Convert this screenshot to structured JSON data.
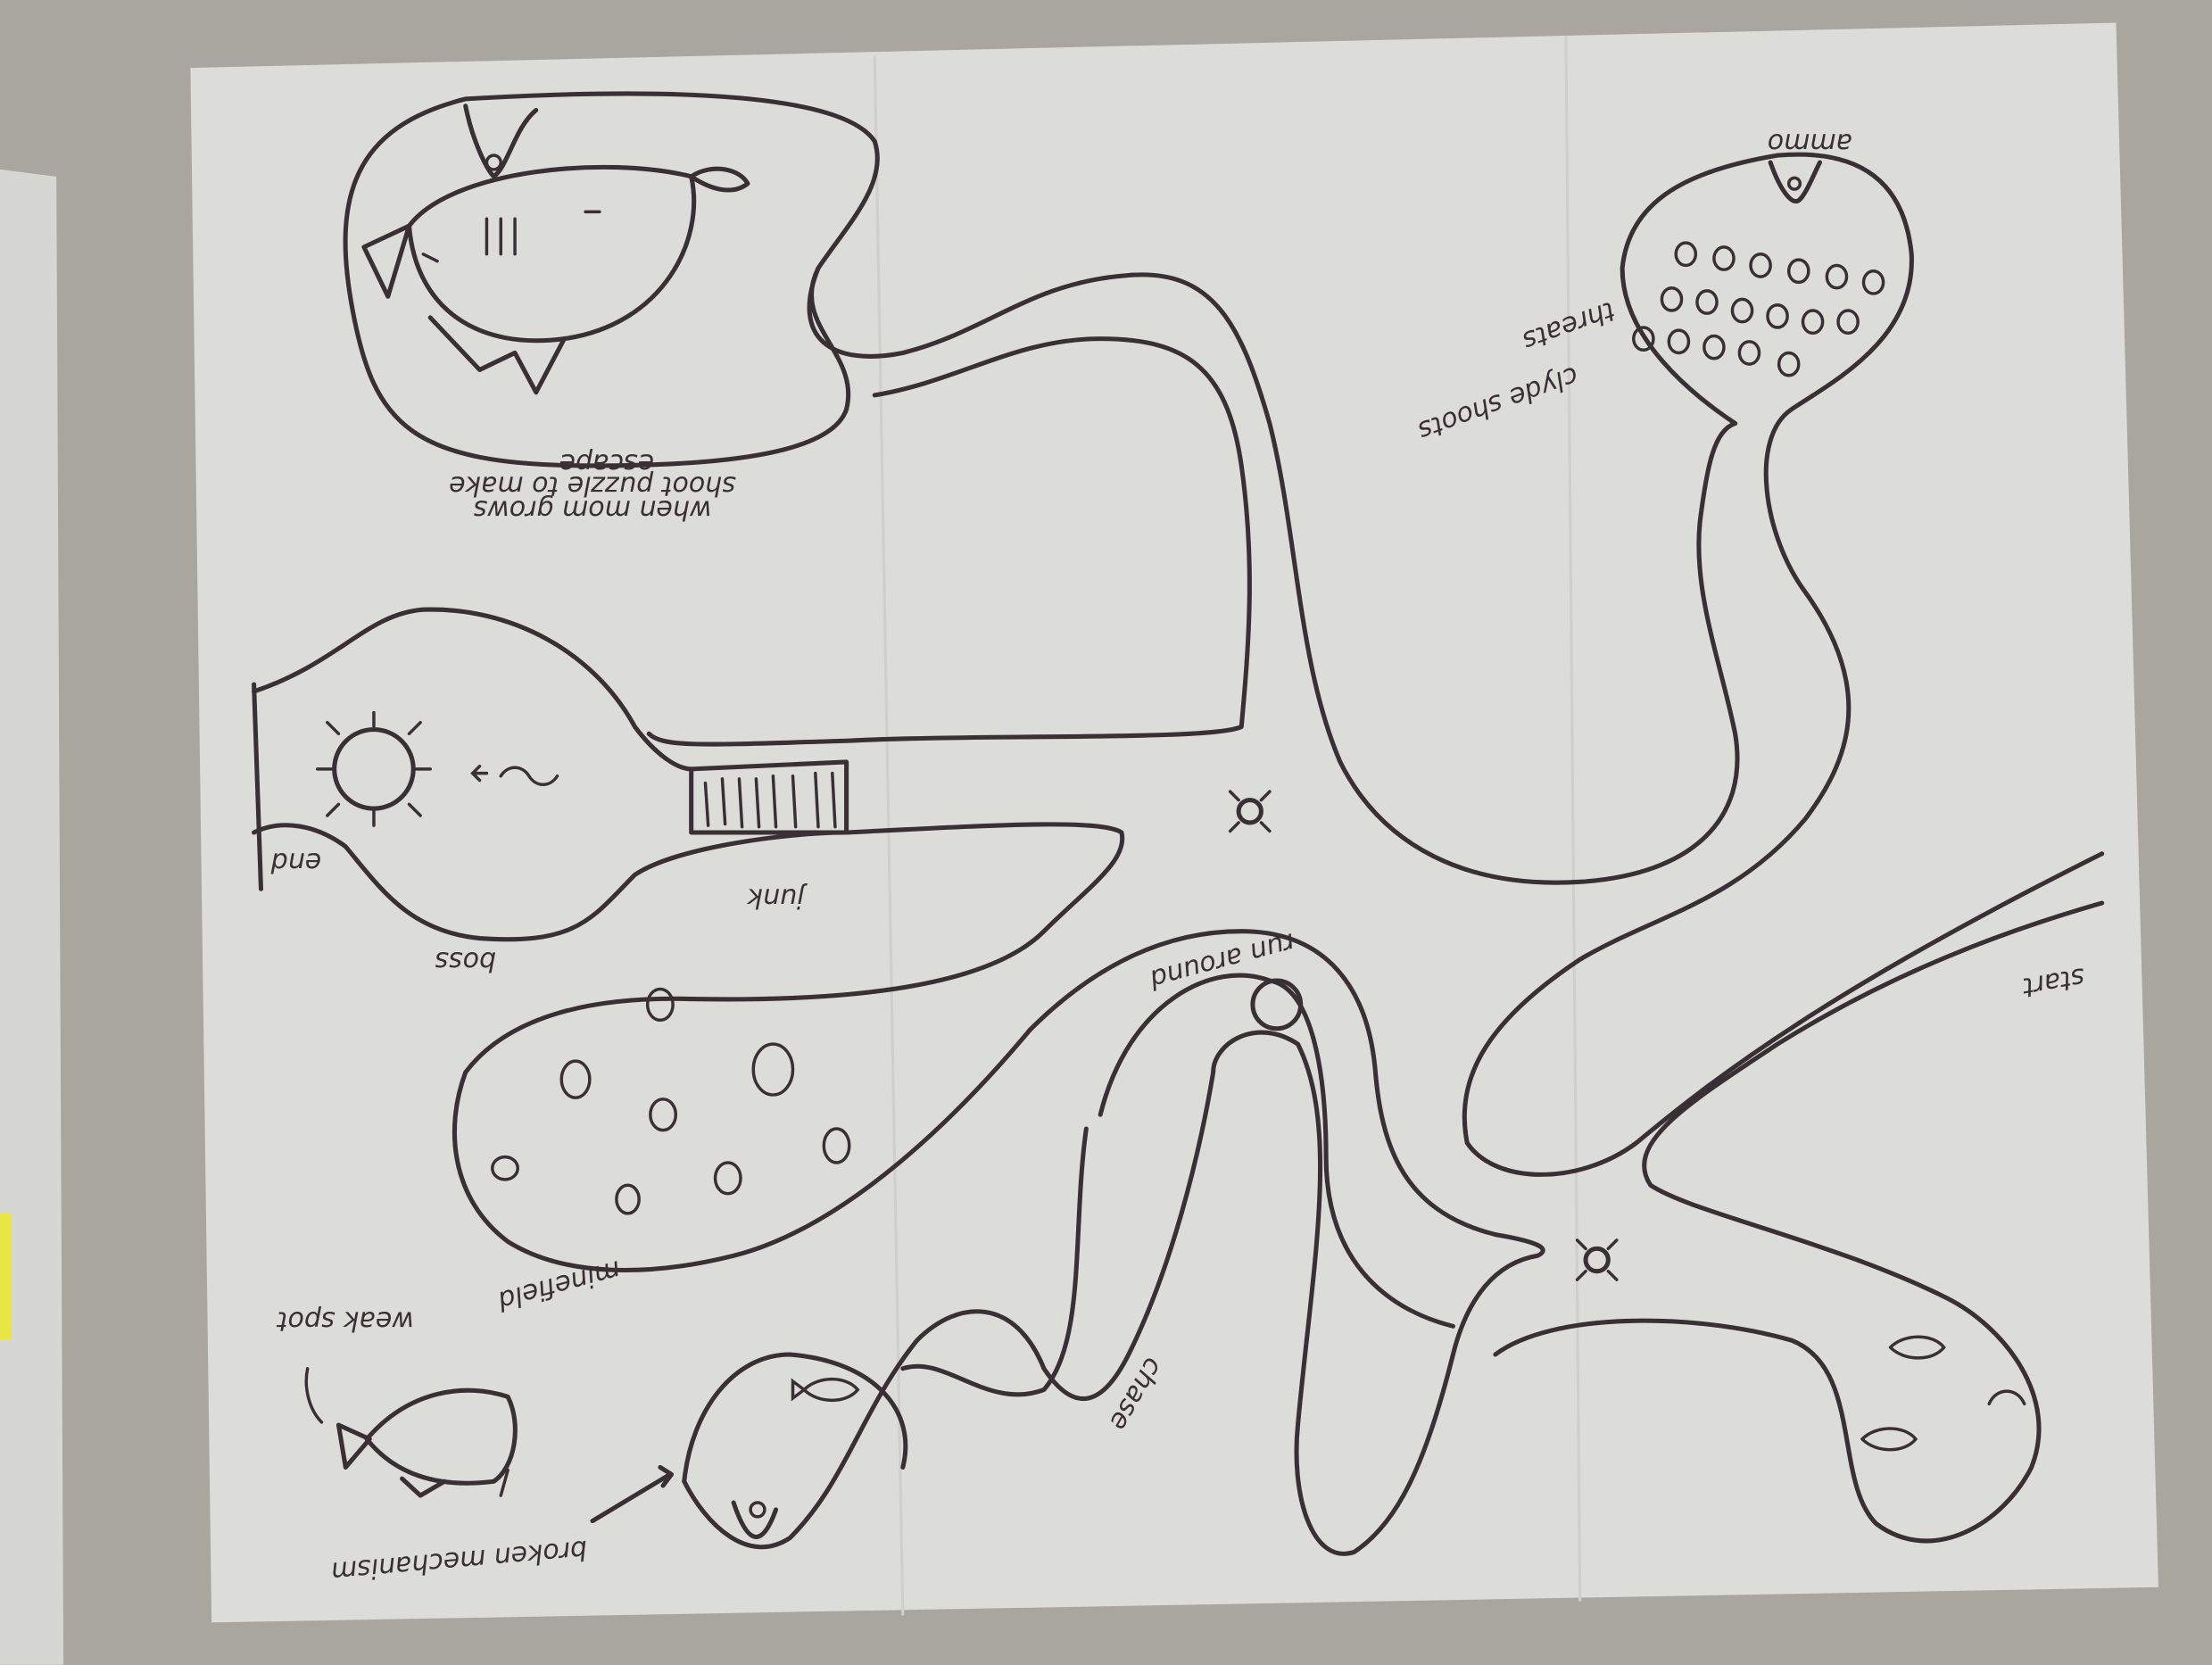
{
  "sketch": {
    "ink_color": "#3b2f36",
    "paper_color": "#dcdcd8",
    "background_color": "#a9a59f",
    "labels": {
      "top_note_line1": "when mom grows",
      "top_note_line2": "shoot puzzle to make",
      "top_note_line3": "escape",
      "ammo": "ammo",
      "clyde_line1": "clyde shoots",
      "clyde_line2": "threats",
      "boss": "boss",
      "end": "end",
      "junk": "junk",
      "run_around": "run around",
      "start": "start",
      "minefield": "minefield",
      "weak_spot": "weak spot",
      "broken_mechanism": "broken mechanism",
      "chase": "chase"
    }
  }
}
